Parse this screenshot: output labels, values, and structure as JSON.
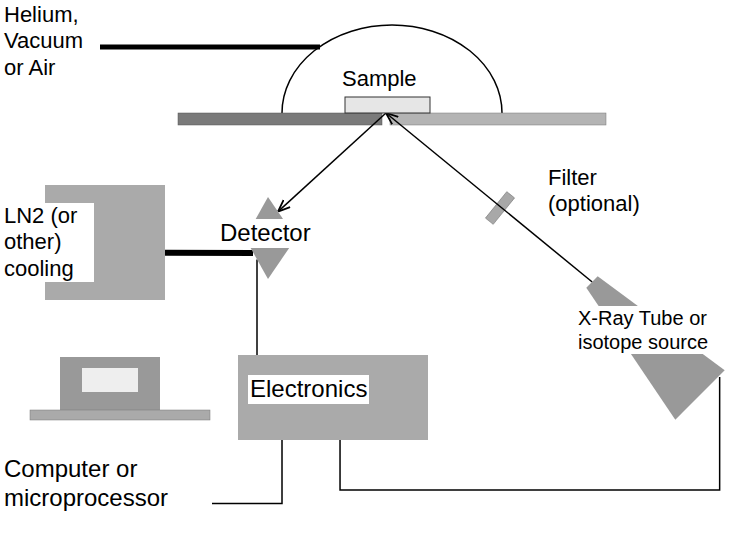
{
  "diagram": {
    "nodes": [
      {
        "text": [
          "Sample"
        ]
      },
      {
        "text": [
          "LN2 (or other) cooling"
        ]
      },
      {
        "text": [
          "Detector"
        ]
      },
      {
        "text": [
          "X-Ray Tube or isotope source"
        ]
      },
      {
        "text": [
          "Electronics"
        ]
      },
      {
        "text": [
          "Computer or microprocessor"
        ]
      }
    ],
    "edges": [
      {
        "from": 3,
        "to": 0,
        "arrow": "to"
      },
      {
        "from": 0,
        "to": 2,
        "arrow": "to"
      },
      {
        "from": 1,
        "to": 2,
        "arrow": "none"
      },
      {
        "from": 2,
        "to": 4,
        "arrow": "none"
      },
      {
        "from": 4,
        "to": 5,
        "arrow": "none"
      },
      {
        "from": 4,
        "to": 3,
        "arrow": "none"
      }
    ],
    "labels": [
      "Helium, Vacuum or Air",
      "Filter (optional)"
    ]
  }
}
